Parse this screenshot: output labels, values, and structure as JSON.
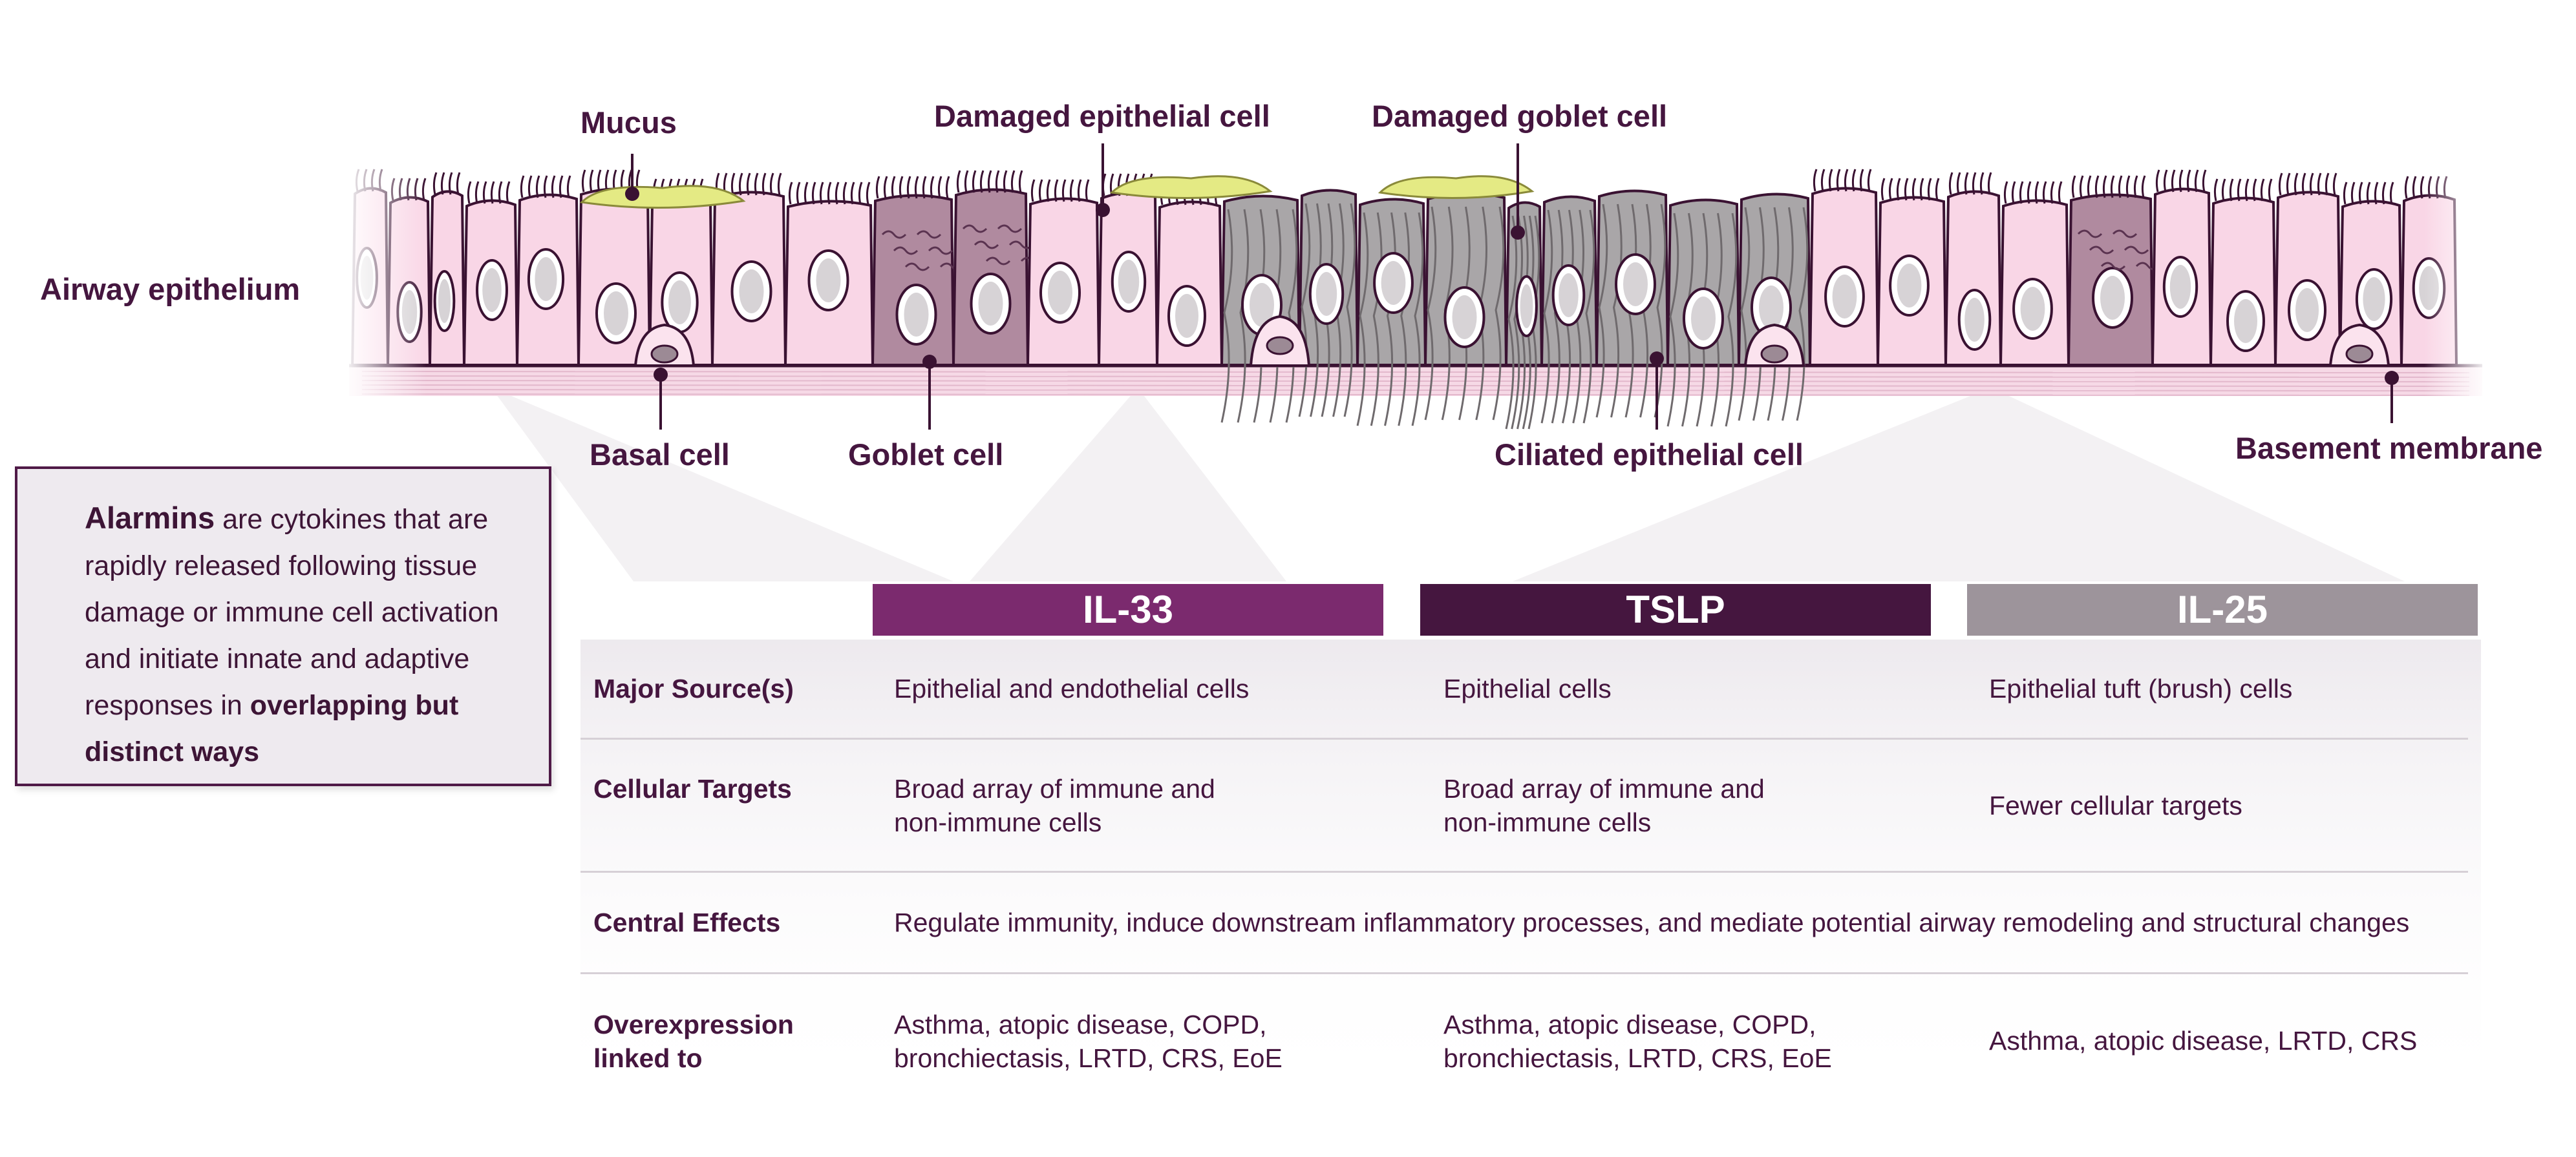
{
  "labels": {
    "airway_epithelium": "Airway epithelium",
    "mucus": "Mucus",
    "damaged_epithelial_cell": "Damaged epithelial cell",
    "damaged_goblet_cell": "Damaged goblet cell",
    "basal_cell": "Basal cell",
    "goblet_cell": "Goblet cell",
    "ciliated_epithelial_cell": "Ciliated epithelial cell",
    "basement_membrane": "Basement membrane"
  },
  "callout": {
    "term": "Alarmins",
    "text_1": " are cytokines that are rapidly released following tissue damage or immune cell activation and initiate innate and adaptive responses in ",
    "emphasis": "overlapping but distinct ways"
  },
  "table": {
    "columns": [
      {
        "name": "IL-33",
        "color": "#7b2a6e"
      },
      {
        "name": "TSLP",
        "color": "#45163f"
      },
      {
        "name": "IL-25",
        "color": "#9d949b"
      }
    ],
    "rows": [
      {
        "label": "Major Source(s)",
        "cells": [
          "Epithelial and endothelial cells",
          "Epithelial cells",
          "Epithelial tuft (brush) cells"
        ]
      },
      {
        "label": "Cellular Targets",
        "cells": [
          "Broad array of immune and\nnon-immune cells",
          "Broad array of immune and\nnon-immune cells",
          "Fewer cellular targets"
        ]
      },
      {
        "label": "Central Effects",
        "merged": "Regulate immunity, induce downstream inflammatory processes, and mediate potential airway remodeling and structural changes"
      },
      {
        "label": "Overexpression\nlinked to",
        "cells": [
          "Asthma, atopic disease, COPD,\nbronchiectasis, LRTD, CRS, EoE",
          "Asthma, atopic disease, COPD,\nbronchiectasis, LRTD, CRS, EoE",
          "Asthma, atopic disease, LRTD, CRS"
        ]
      }
    ]
  },
  "colors": {
    "healthy_cell": "#f9d6e6",
    "goblet_cell": "#b08a9f",
    "damaged_cell": "#a9a6a8",
    "mucus": "#e4ea84",
    "outline": "#3a1232"
  }
}
